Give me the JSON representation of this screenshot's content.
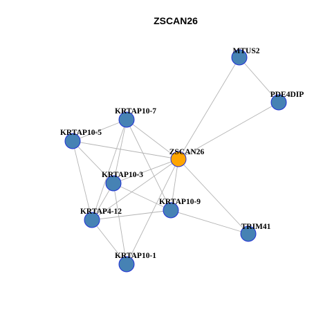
{
  "title": "ZSCAN26",
  "colors": {
    "background": "#ffffff",
    "edge": "#b3b3b3",
    "node_default": "#4682b4",
    "node_center": "#ffa500",
    "node_border": "#1f2fd6"
  },
  "nodes": [
    {
      "id": "ZSCAN26",
      "label": "ZSCAN26",
      "center": true
    },
    {
      "id": "MTUS2",
      "label": "MTUS2",
      "center": false
    },
    {
      "id": "PDE4DIP",
      "label": "PDE4DIP",
      "center": false
    },
    {
      "id": "KRTAP10-7",
      "label": "KRTAP10-7",
      "center": false
    },
    {
      "id": "KRTAP10-5",
      "label": "KRTAP10-5",
      "center": false
    },
    {
      "id": "KRTAP10-3",
      "label": "KRTAP10-3",
      "center": false
    },
    {
      "id": "KRTAP4-12",
      "label": "KRTAP4-12",
      "center": false
    },
    {
      "id": "KRTAP10-9",
      "label": "KRTAP10-9",
      "center": false
    },
    {
      "id": "TRIM41",
      "label": "TRIM41",
      "center": false
    },
    {
      "id": "KRTAP10-1",
      "label": "KRTAP10-1",
      "center": false
    }
  ],
  "edges": [
    [
      "MTUS2",
      "PDE4DIP"
    ],
    [
      "MTUS2",
      "ZSCAN26"
    ],
    [
      "PDE4DIP",
      "ZSCAN26"
    ],
    [
      "KRTAP10-7",
      "KRTAP10-5"
    ],
    [
      "KRTAP10-7",
      "ZSCAN26"
    ],
    [
      "KRTAP10-7",
      "KRTAP10-3"
    ],
    [
      "KRTAP10-7",
      "KRTAP10-9"
    ],
    [
      "KRTAP10-7",
      "KRTAP4-12"
    ],
    [
      "KRTAP10-5",
      "ZSCAN26"
    ],
    [
      "KRTAP10-5",
      "KRTAP10-3"
    ],
    [
      "KRTAP10-5",
      "KRTAP4-12"
    ],
    [
      "ZSCAN26",
      "KRTAP10-3"
    ],
    [
      "ZSCAN26",
      "KRTAP4-12"
    ],
    [
      "ZSCAN26",
      "KRTAP10-9"
    ],
    [
      "ZSCAN26",
      "KRTAP10-1"
    ],
    [
      "ZSCAN26",
      "TRIM41"
    ],
    [
      "KRTAP10-3",
      "KRTAP4-12"
    ],
    [
      "KRTAP10-3",
      "KRTAP10-9"
    ],
    [
      "KRTAP10-3",
      "KRTAP10-1"
    ],
    [
      "KRTAP4-12",
      "KRTAP10-9"
    ],
    [
      "KRTAP4-12",
      "KRTAP10-1"
    ],
    [
      "KRTAP10-9",
      "TRIM41"
    ]
  ]
}
